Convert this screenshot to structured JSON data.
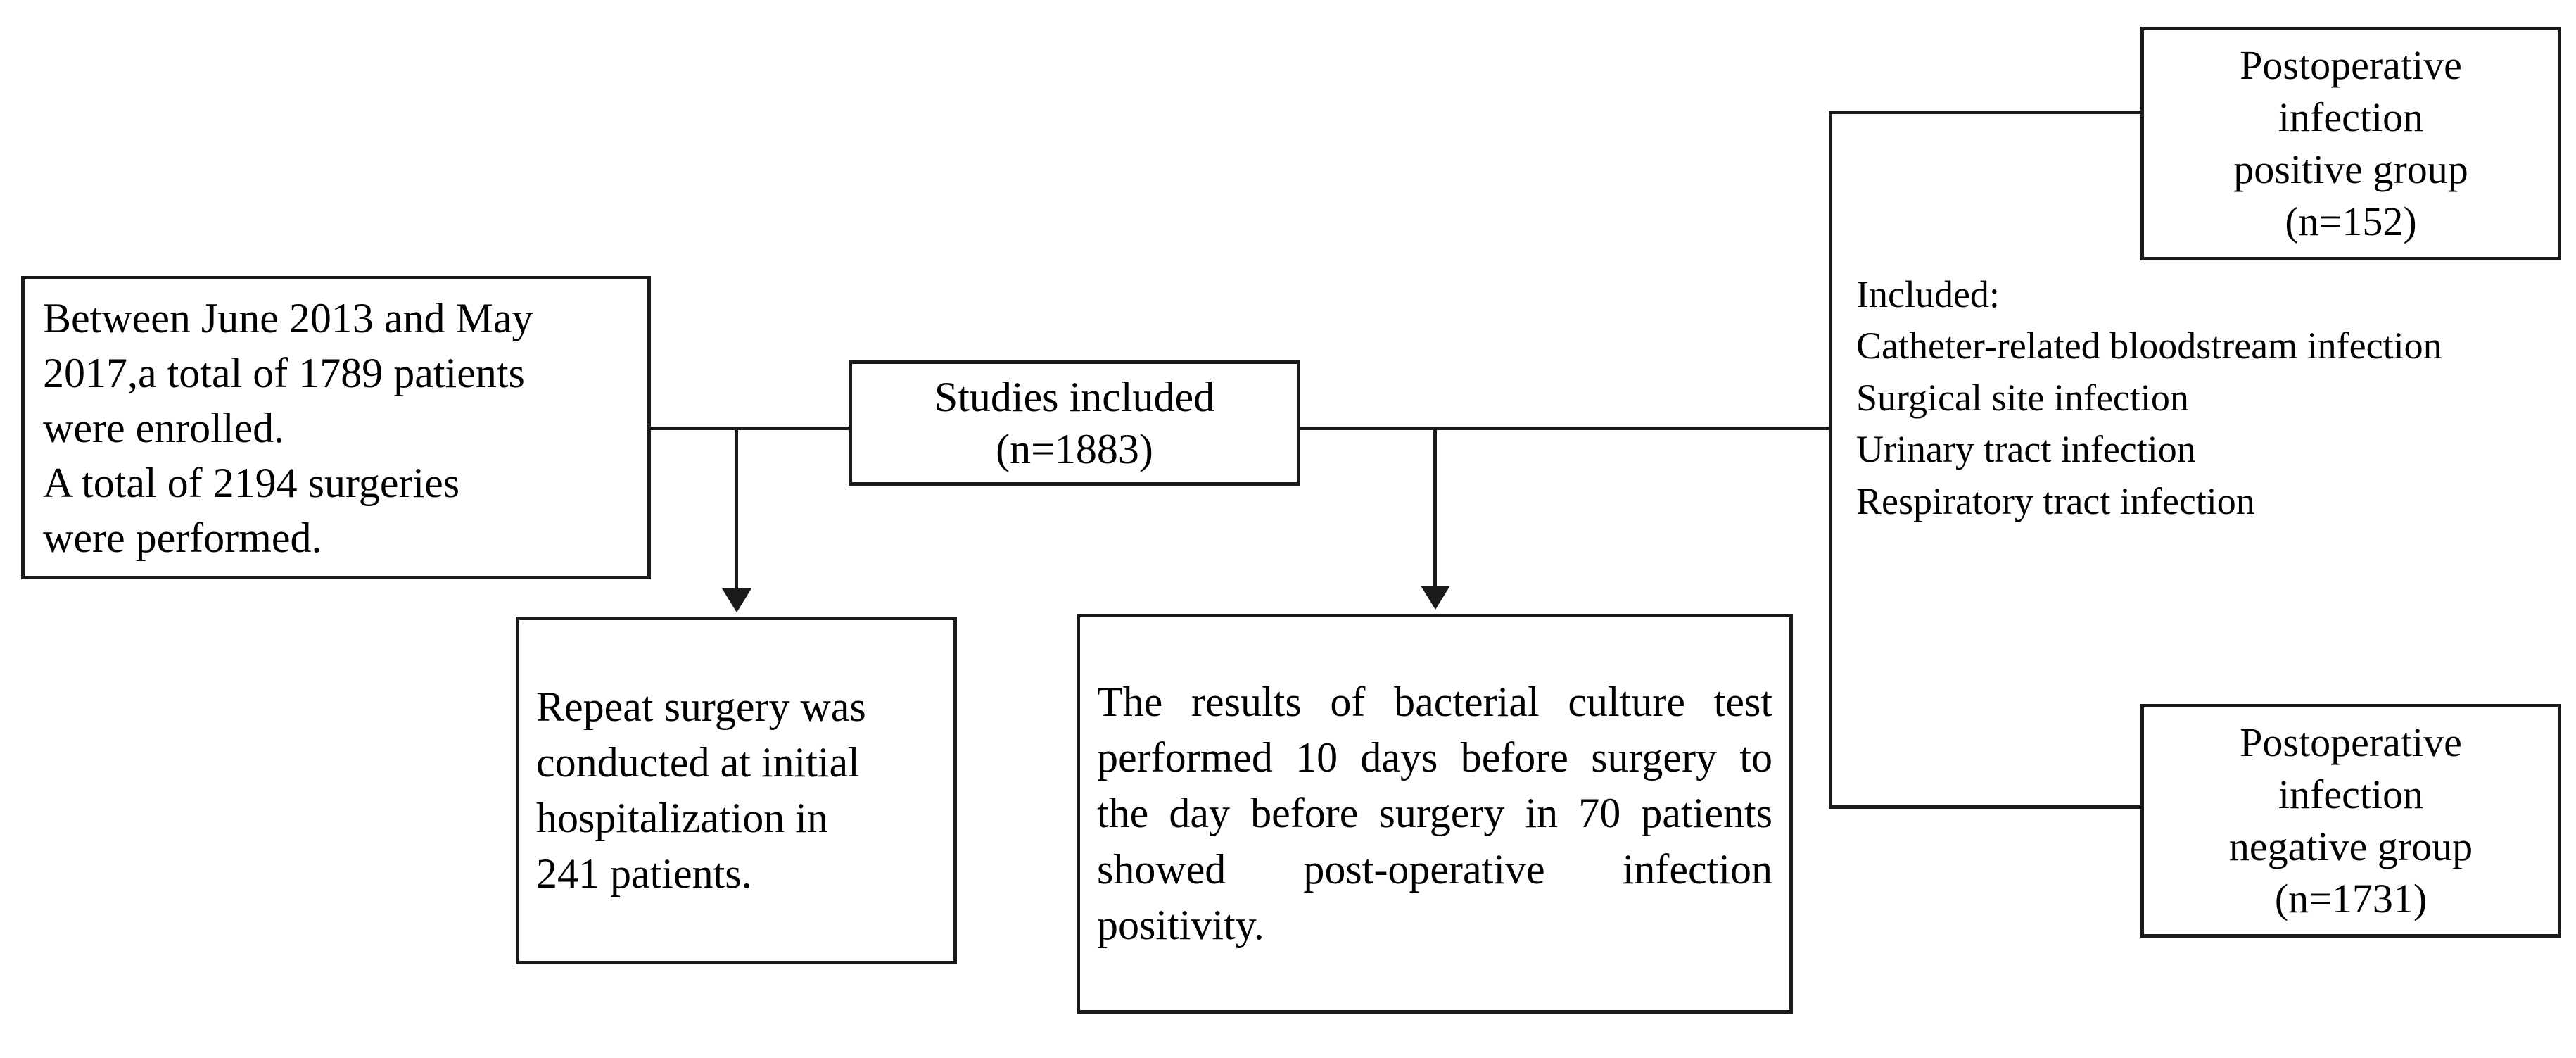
{
  "diagram": {
    "title": "Patient enrollment and postoperative infection study flow",
    "line_color": "#1a1a1a",
    "background": "#ffffff"
  },
  "boxes": {
    "enrollment": {
      "lines": [
        "Between June 2013 and May",
        "2017,a total of 1789 patients",
        "were enrolled.",
        "A total of 2194 surgeries",
        "were performed."
      ]
    },
    "studies_included": {
      "lines": [
        "Studies included",
        "(n=1883)"
      ]
    },
    "repeat_surgery": {
      "lines": [
        "Repeat surgery was",
        "conducted at initial",
        "hospitalization in",
        "241 patients."
      ]
    },
    "culture_test": {
      "text": "The results of bacterial culture test performed 10 days before surgery to the day before surgery in 70 patients showed post-operative infection positivity."
    },
    "positive_group": {
      "lines": [
        "Postoperative",
        "infection",
        "positive group",
        "(n=152)"
      ]
    },
    "negative_group": {
      "lines": [
        "Postoperative",
        "infection",
        "negative group",
        "(n=1731)"
      ]
    }
  },
  "included_list": {
    "heading": "Included:",
    "items": [
      "Catheter-related bloodstream infection",
      "Surgical site infection",
      "Urinary tract infection",
      "Respiratory tract infection"
    ]
  }
}
